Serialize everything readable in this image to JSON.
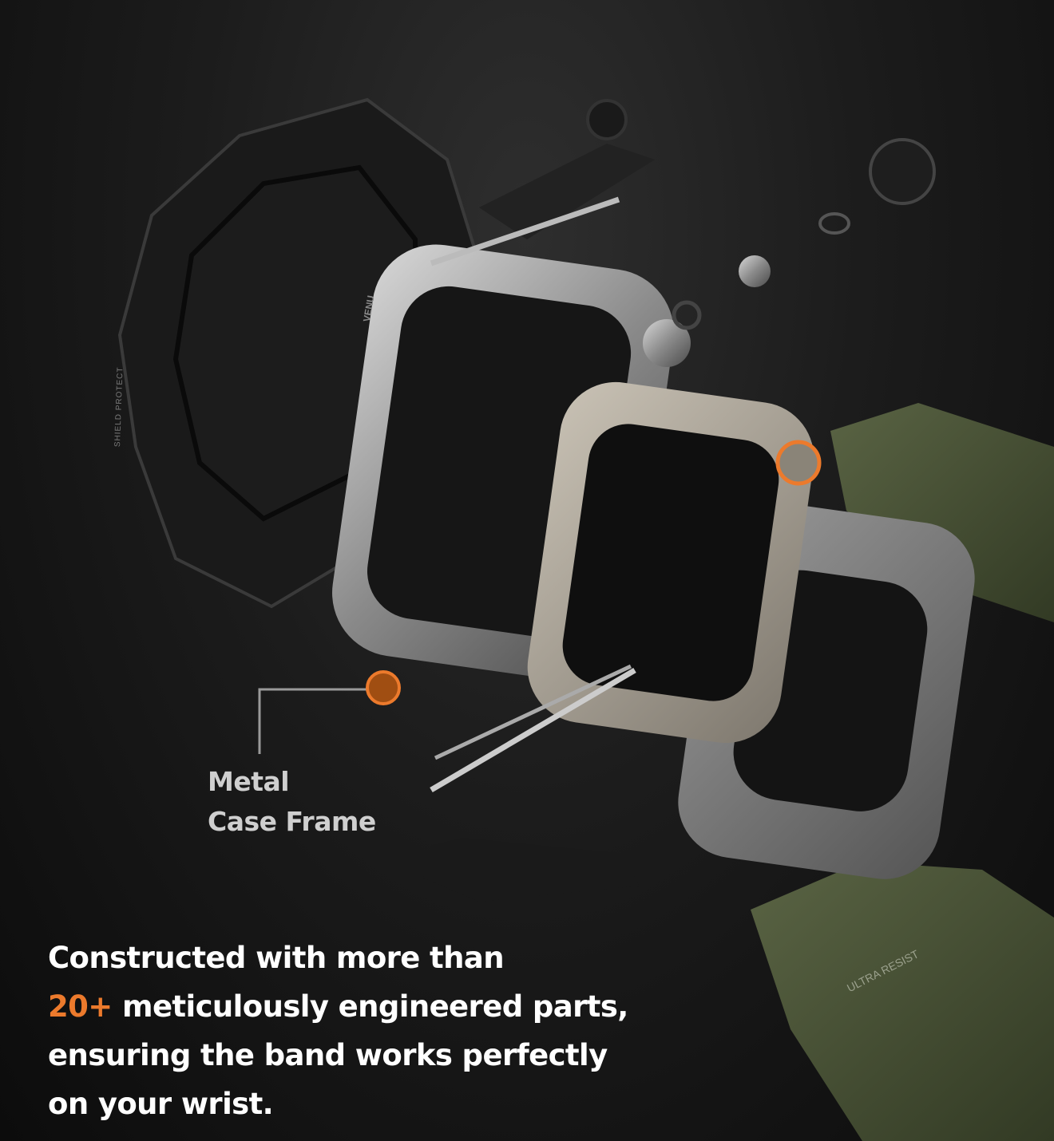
{
  "callout": {
    "line1": "Metal",
    "line2": "Case Frame",
    "marker_color": "#a04e12",
    "marker_ring_color": "#ec7a2c"
  },
  "caption": {
    "line1": "Constructed with more than",
    "highlight": "20+",
    "line2_rest": " meticulously engineered parts,",
    "line3": "ensuring the band works perfectly",
    "line4": "on your wrist."
  },
  "product_lettering": [
    "ULTRA RESIST",
    "VENU",
    "SHIELD PROTECT"
  ],
  "colors": {
    "accent": "#ec7a2c",
    "band_green": "#4a5436",
    "frame_silver": "#9a9a9a",
    "bumper_black": "#1a1a1a"
  }
}
